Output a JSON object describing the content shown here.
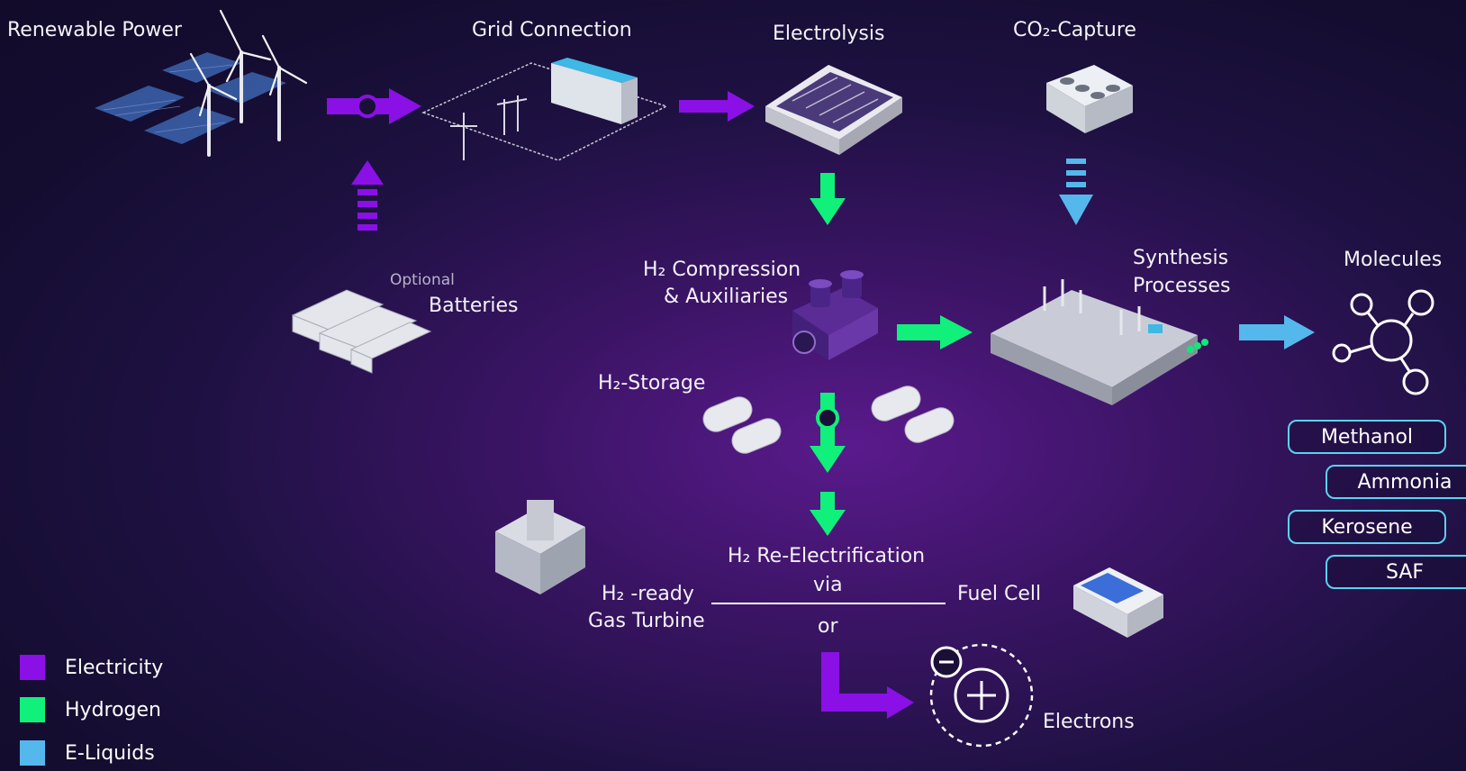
{
  "colors": {
    "electricity": "#8a10e6",
    "hydrogen": "#10f07a",
    "e_liquids": "#55b8ec",
    "molecule_outline": "#5ad2ef"
  },
  "stages": {
    "renewable_power": "Renewable Power",
    "grid_connection": "Grid Connection",
    "electrolysis": "Electrolysis",
    "co2_capture": "CO₂-Capture",
    "batteries_optional": "Optional",
    "batteries": "Batteries",
    "h2_compression_line1": "H₂ Compression",
    "h2_compression_line2": "& Auxiliaries",
    "h2_storage": "H₂-Storage",
    "synthesis_line1": "Synthesis",
    "synthesis_line2": "Processes",
    "molecules": "Molecules"
  },
  "reelectrification": {
    "title": "H₂ Re-Electrification",
    "via": "via",
    "or": "or",
    "gas_turbine_line1": "H₂ -ready",
    "gas_turbine_line2": "Gas Turbine",
    "fuel_cell": "Fuel Cell",
    "electrons": "Electrons"
  },
  "molecule_products": [
    "Methanol",
    "Ammonia",
    "Kerosene",
    "SAF"
  ],
  "legend": [
    {
      "label": "Electricity",
      "color": "#8a10e6"
    },
    {
      "label": "Hydrogen",
      "color": "#10f07a"
    },
    {
      "label": "E-Liquids",
      "color": "#55b8ec"
    }
  ]
}
